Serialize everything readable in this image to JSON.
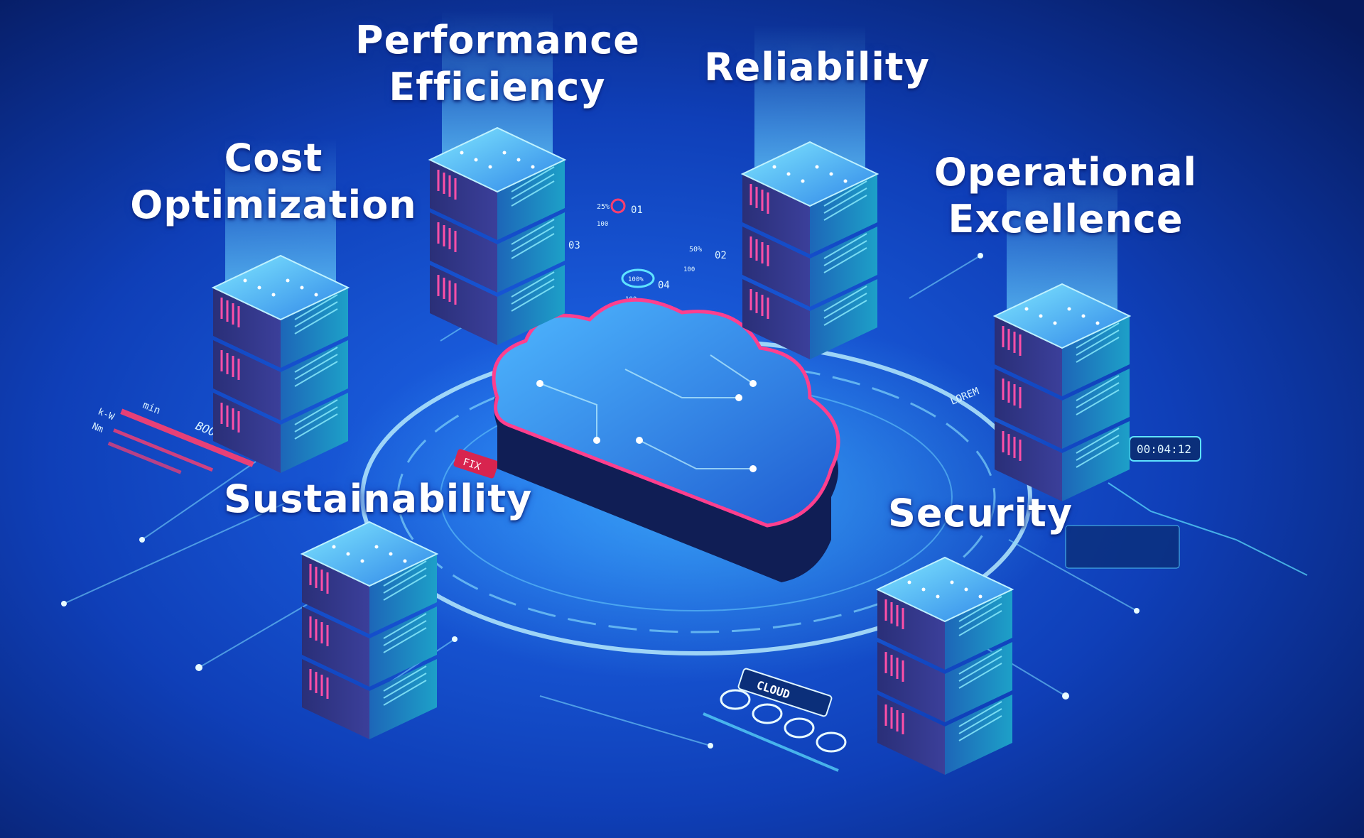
{
  "pillars": {
    "cost": [
      "Cost",
      "Optimization"
    ],
    "performance": [
      "Performance",
      "Efficiency"
    ],
    "reliability": [
      "Reliability"
    ],
    "operational": [
      "Operational",
      "Excellence"
    ],
    "sustainability": [
      "Sustainability"
    ],
    "security": [
      "Security"
    ]
  },
  "hud": {
    "boost": "BOOST",
    "min": "min",
    "kw": "k-W",
    "nm": "Nm",
    "fix": "FIX",
    "lorem": "LOREM",
    "timer": "00:04:12",
    "cloud_badge": "CLOUD",
    "pct_25": "25%",
    "pct_50": "50%",
    "pct_100": "100%",
    "step_01": "01",
    "step_02": "02",
    "step_03": "03",
    "step_04": "04",
    "val_100": "100"
  },
  "colors": {
    "bg_dark": "#061a5e",
    "bg_light": "#1a5fe0",
    "accent_cyan": "#5fe3ff",
    "accent_pink": "#ff3f8e",
    "server_face": "#1a3a7a",
    "server_glow": "#3fb8ff"
  }
}
